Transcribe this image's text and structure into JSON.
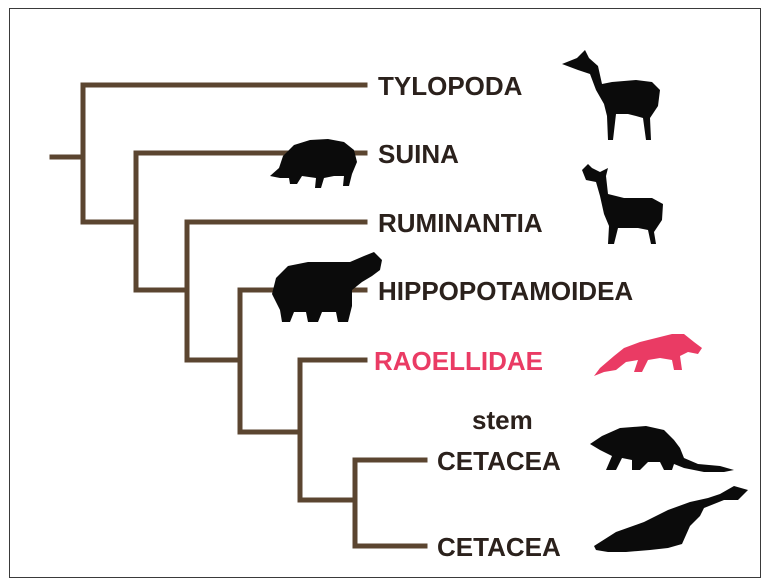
{
  "taxa": [
    {
      "name": "TYLOPODA",
      "icon": "camel-silhouette-icon"
    },
    {
      "name": "SUINA",
      "icon": "pig-silhouette-icon"
    },
    {
      "name": "RUMINANTIA",
      "icon": "deer-silhouette-icon"
    },
    {
      "name": "HIPPOPOTAMOIDEA",
      "icon": "hippo-silhouette-icon"
    },
    {
      "name": "RAOELLIDAE",
      "icon": "raoellid-silhouette-icon",
      "highlight_color": "#ea3b64"
    },
    {
      "name_line1": "stem",
      "name_line2": "CETACEA",
      "icon": "early-whale-silhouette-icon"
    },
    {
      "name": "CETACEA",
      "icon": "whale-silhouette-icon"
    }
  ],
  "colors": {
    "branch": "#5b4530",
    "label": "#2b211c",
    "highlight": "#ea3b64",
    "silhouette": "#0b0b0b"
  }
}
